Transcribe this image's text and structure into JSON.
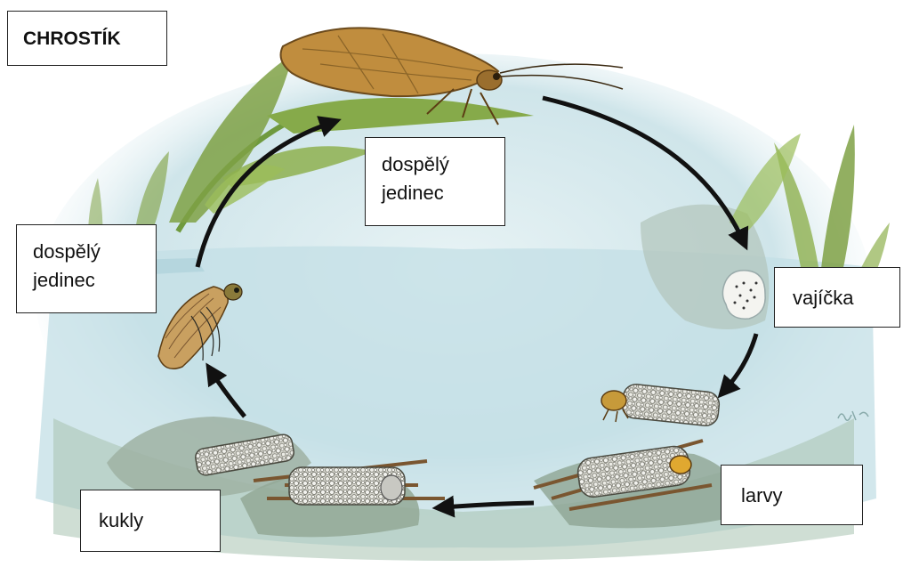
{
  "title": "CHROSTÍK",
  "stages": {
    "adult_top": {
      "line1": "dospělý",
      "line2": "jedinec"
    },
    "adult_left": {
      "line1": "dospělý",
      "line2": "jedinec"
    },
    "eggs": {
      "line1": "vajíčka"
    },
    "larvae": {
      "line1": "larvy"
    },
    "pupae": {
      "line1": "kukly"
    }
  },
  "colors": {
    "water": "#c9e4ec",
    "rock": "#9fb1a3",
    "leaf": "#7fa145",
    "arrow": "#111111",
    "wing": "#c08d3e"
  }
}
